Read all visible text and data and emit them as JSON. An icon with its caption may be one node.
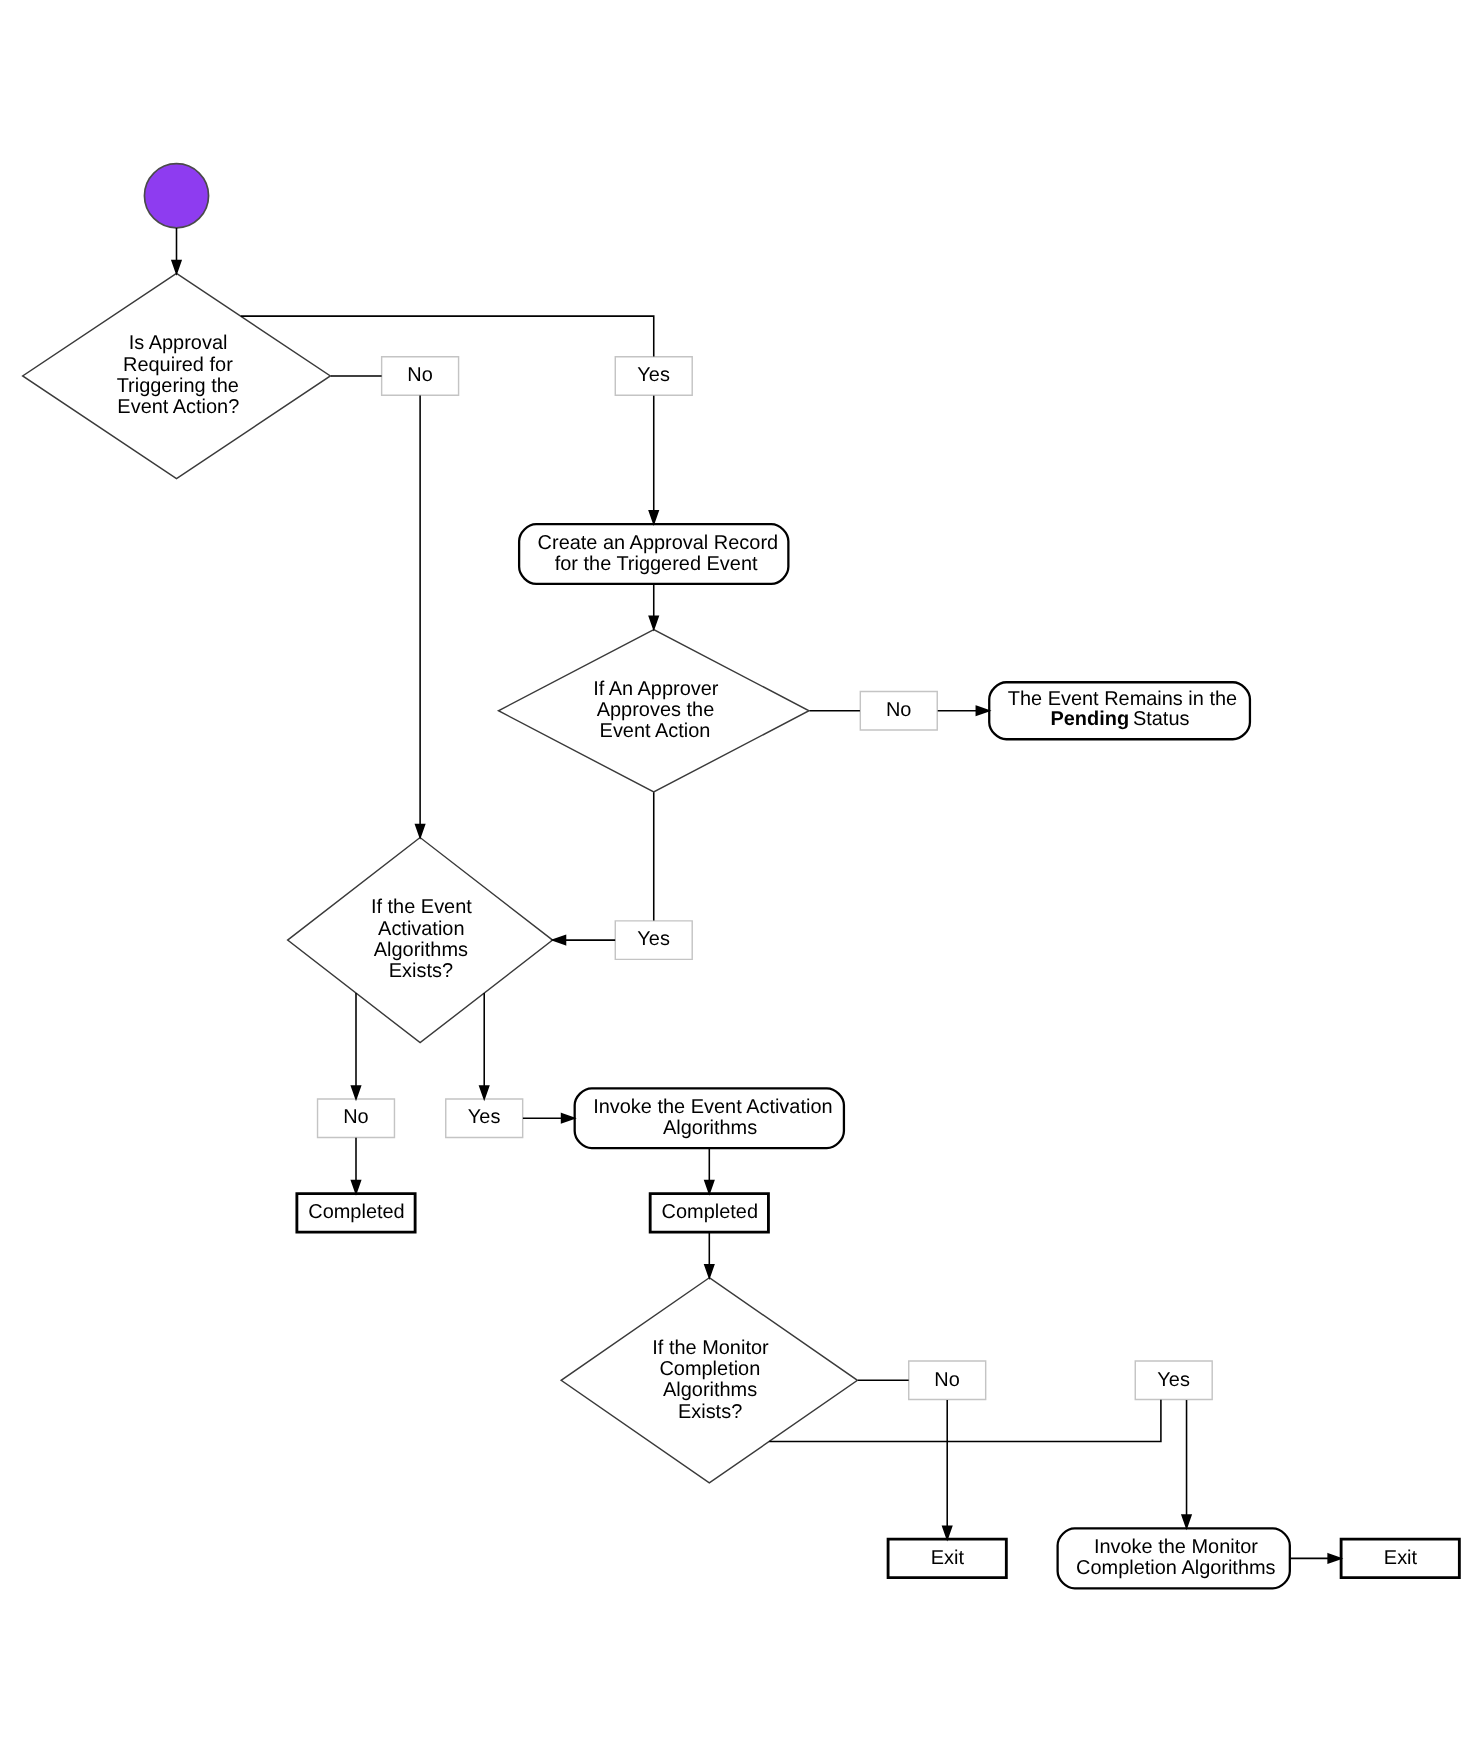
{
  "diagram": {
    "nodes": [
      {
        "text": [],
        "shape": "circle"
      },
      {
        "text": [
          "Is Approval Required for Triggering the Event Action?"
        ]
      },
      {
        "text": [
          "No"
        ]
      },
      {
        "text": [
          "Yes"
        ]
      },
      {
        "text": [
          "Create an Approval Record for the Triggered Event"
        ]
      },
      {
        "text": [
          "If An Approver Approves the Event Action"
        ]
      },
      {
        "text": [
          "No"
        ]
      },
      {
        "text": [
          "The Event Remains in the **Pending** Status"
        ]
      },
      {
        "text": [
          "Yes"
        ]
      },
      {
        "text": [
          "If the Event Activation Algorithms Exists?"
        ]
      },
      {
        "text": [
          "No"
        ]
      },
      {
        "text": [
          "Yes"
        ]
      },
      {
        "text": [
          "Completed"
        ]
      },
      {
        "text": [
          "Invoke the Event Activation Algorithms"
        ]
      },
      {
        "text": [
          "Completed"
        ]
      },
      {
        "text": [
          "If the Monitor Completion Algorithms Exists?"
        ]
      },
      {
        "text": [
          "No"
        ]
      },
      {
        "text": [
          "Yes"
        ]
      },
      {
        "text": [
          "Exit"
        ]
      },
      {
        "text": [
          "Invoke the Monitor Completion Algorithms"
        ]
      },
      {
        "text": [
          "Exit"
        ]
      }
    ],
    "edges": [
      {
        "from": 0,
        "to": 1,
        "arrow": "to"
      },
      {
        "from": 1,
        "to": 2,
        "arrow": "none"
      },
      {
        "from": 1,
        "to": 3,
        "arrow": "none"
      },
      {
        "from": 3,
        "to": 4,
        "arrow": "to"
      },
      {
        "from": 2,
        "to": 9,
        "arrow": "to"
      },
      {
        "from": 4,
        "to": 5,
        "arrow": "to"
      },
      {
        "from": 5,
        "to": 6,
        "arrow": "none"
      },
      {
        "from": 6,
        "to": 7,
        "arrow": "to"
      },
      {
        "from": 5,
        "to": 8,
        "arrow": "none"
      },
      {
        "from": 8,
        "to": 9,
        "arrow": "to"
      },
      {
        "from": 9,
        "to": 10,
        "arrow": "to"
      },
      {
        "from": 9,
        "to": 11,
        "arrow": "to"
      },
      {
        "from": 10,
        "to": 12,
        "arrow": "to"
      },
      {
        "from": 11,
        "to": 13,
        "arrow": "to"
      },
      {
        "from": 13,
        "to": 14,
        "arrow": "to"
      },
      {
        "from": 14,
        "to": 15,
        "arrow": "to"
      },
      {
        "from": 15,
        "to": 16,
        "arrow": "none"
      },
      {
        "from": 15,
        "to": 17,
        "arrow": "none"
      },
      {
        "from": 16,
        "to": 18,
        "arrow": "to"
      },
      {
        "from": 17,
        "to": 19,
        "arrow": "to"
      },
      {
        "from": 19,
        "to": 20,
        "arrow": "to"
      }
    ]
  }
}
